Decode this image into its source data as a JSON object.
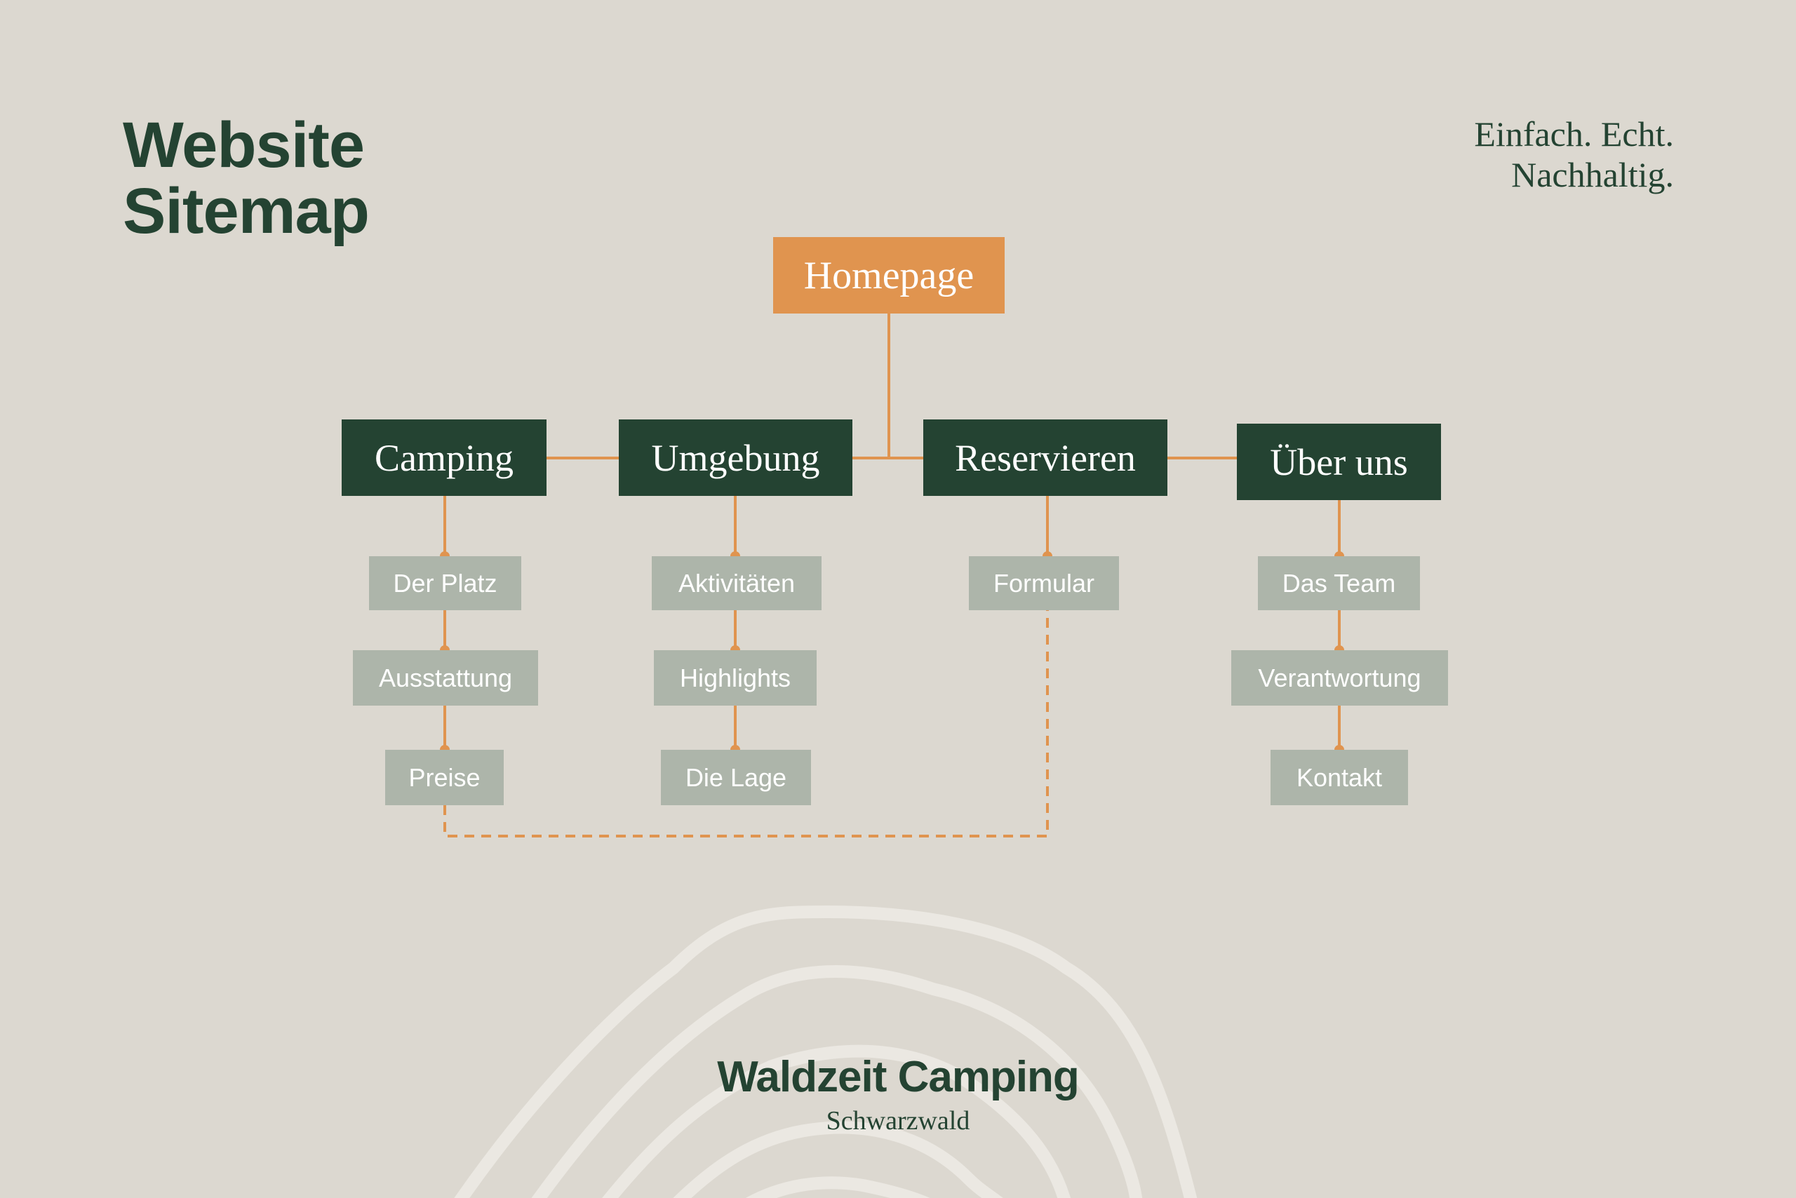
{
  "header": {
    "title_line1": "Website",
    "title_line2": "Sitemap",
    "tagline_line1": "Einfach. Echt.",
    "tagline_line2": "Nachhaltig."
  },
  "colors": {
    "background": "#dcd8d0",
    "primary": "#244332",
    "accent": "#e0944f",
    "secondary": "#adb5aa",
    "contour": "#ebe8e2"
  },
  "sitemap": {
    "root": "Homepage",
    "sections": [
      {
        "label": "Camping",
        "children": [
          "Der Platz",
          "Ausstattung",
          "Preise"
        ]
      },
      {
        "label": "Umgebung",
        "children": [
          "Aktivitäten",
          "Highlights",
          "Die Lage"
        ]
      },
      {
        "label": "Reservieren",
        "children": [
          "Formular"
        ]
      },
      {
        "label": "Über uns",
        "children": [
          "Das Team",
          "Verantwortung",
          "Kontakt"
        ]
      }
    ],
    "cross_links": [
      {
        "from": "Preise",
        "to": "Formular",
        "style": "dashed"
      }
    ]
  },
  "footer": {
    "brand": "Waldzeit Camping",
    "region": "Schwarzwald"
  }
}
